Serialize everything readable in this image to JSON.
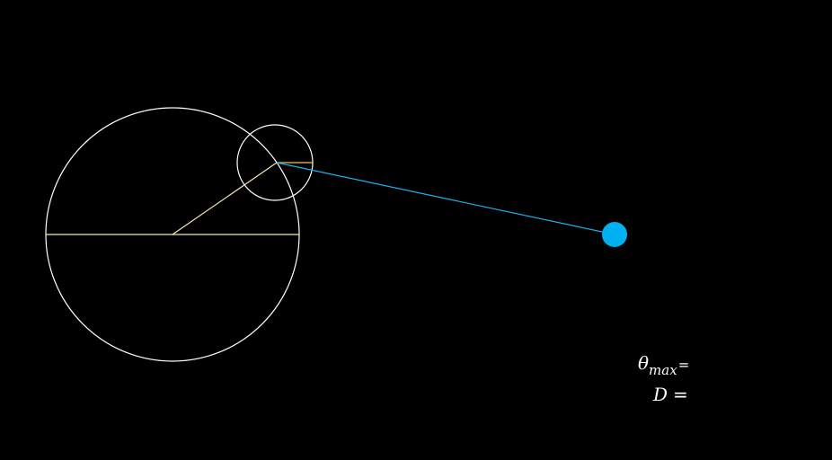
{
  "labels": {
    "theta_symbol": "θ",
    "theta_subscript": "max",
    "theta_equals": "=",
    "d_symbol": "D",
    "d_equals": "="
  },
  "colors": {
    "background": "#000000",
    "circle_stroke": "#ffffff",
    "radius_line": "#f5e8b8",
    "sight_line": "#1ab2f0",
    "target_dot": "#00b0f0",
    "small_radius_line": "#f0c060"
  }
}
